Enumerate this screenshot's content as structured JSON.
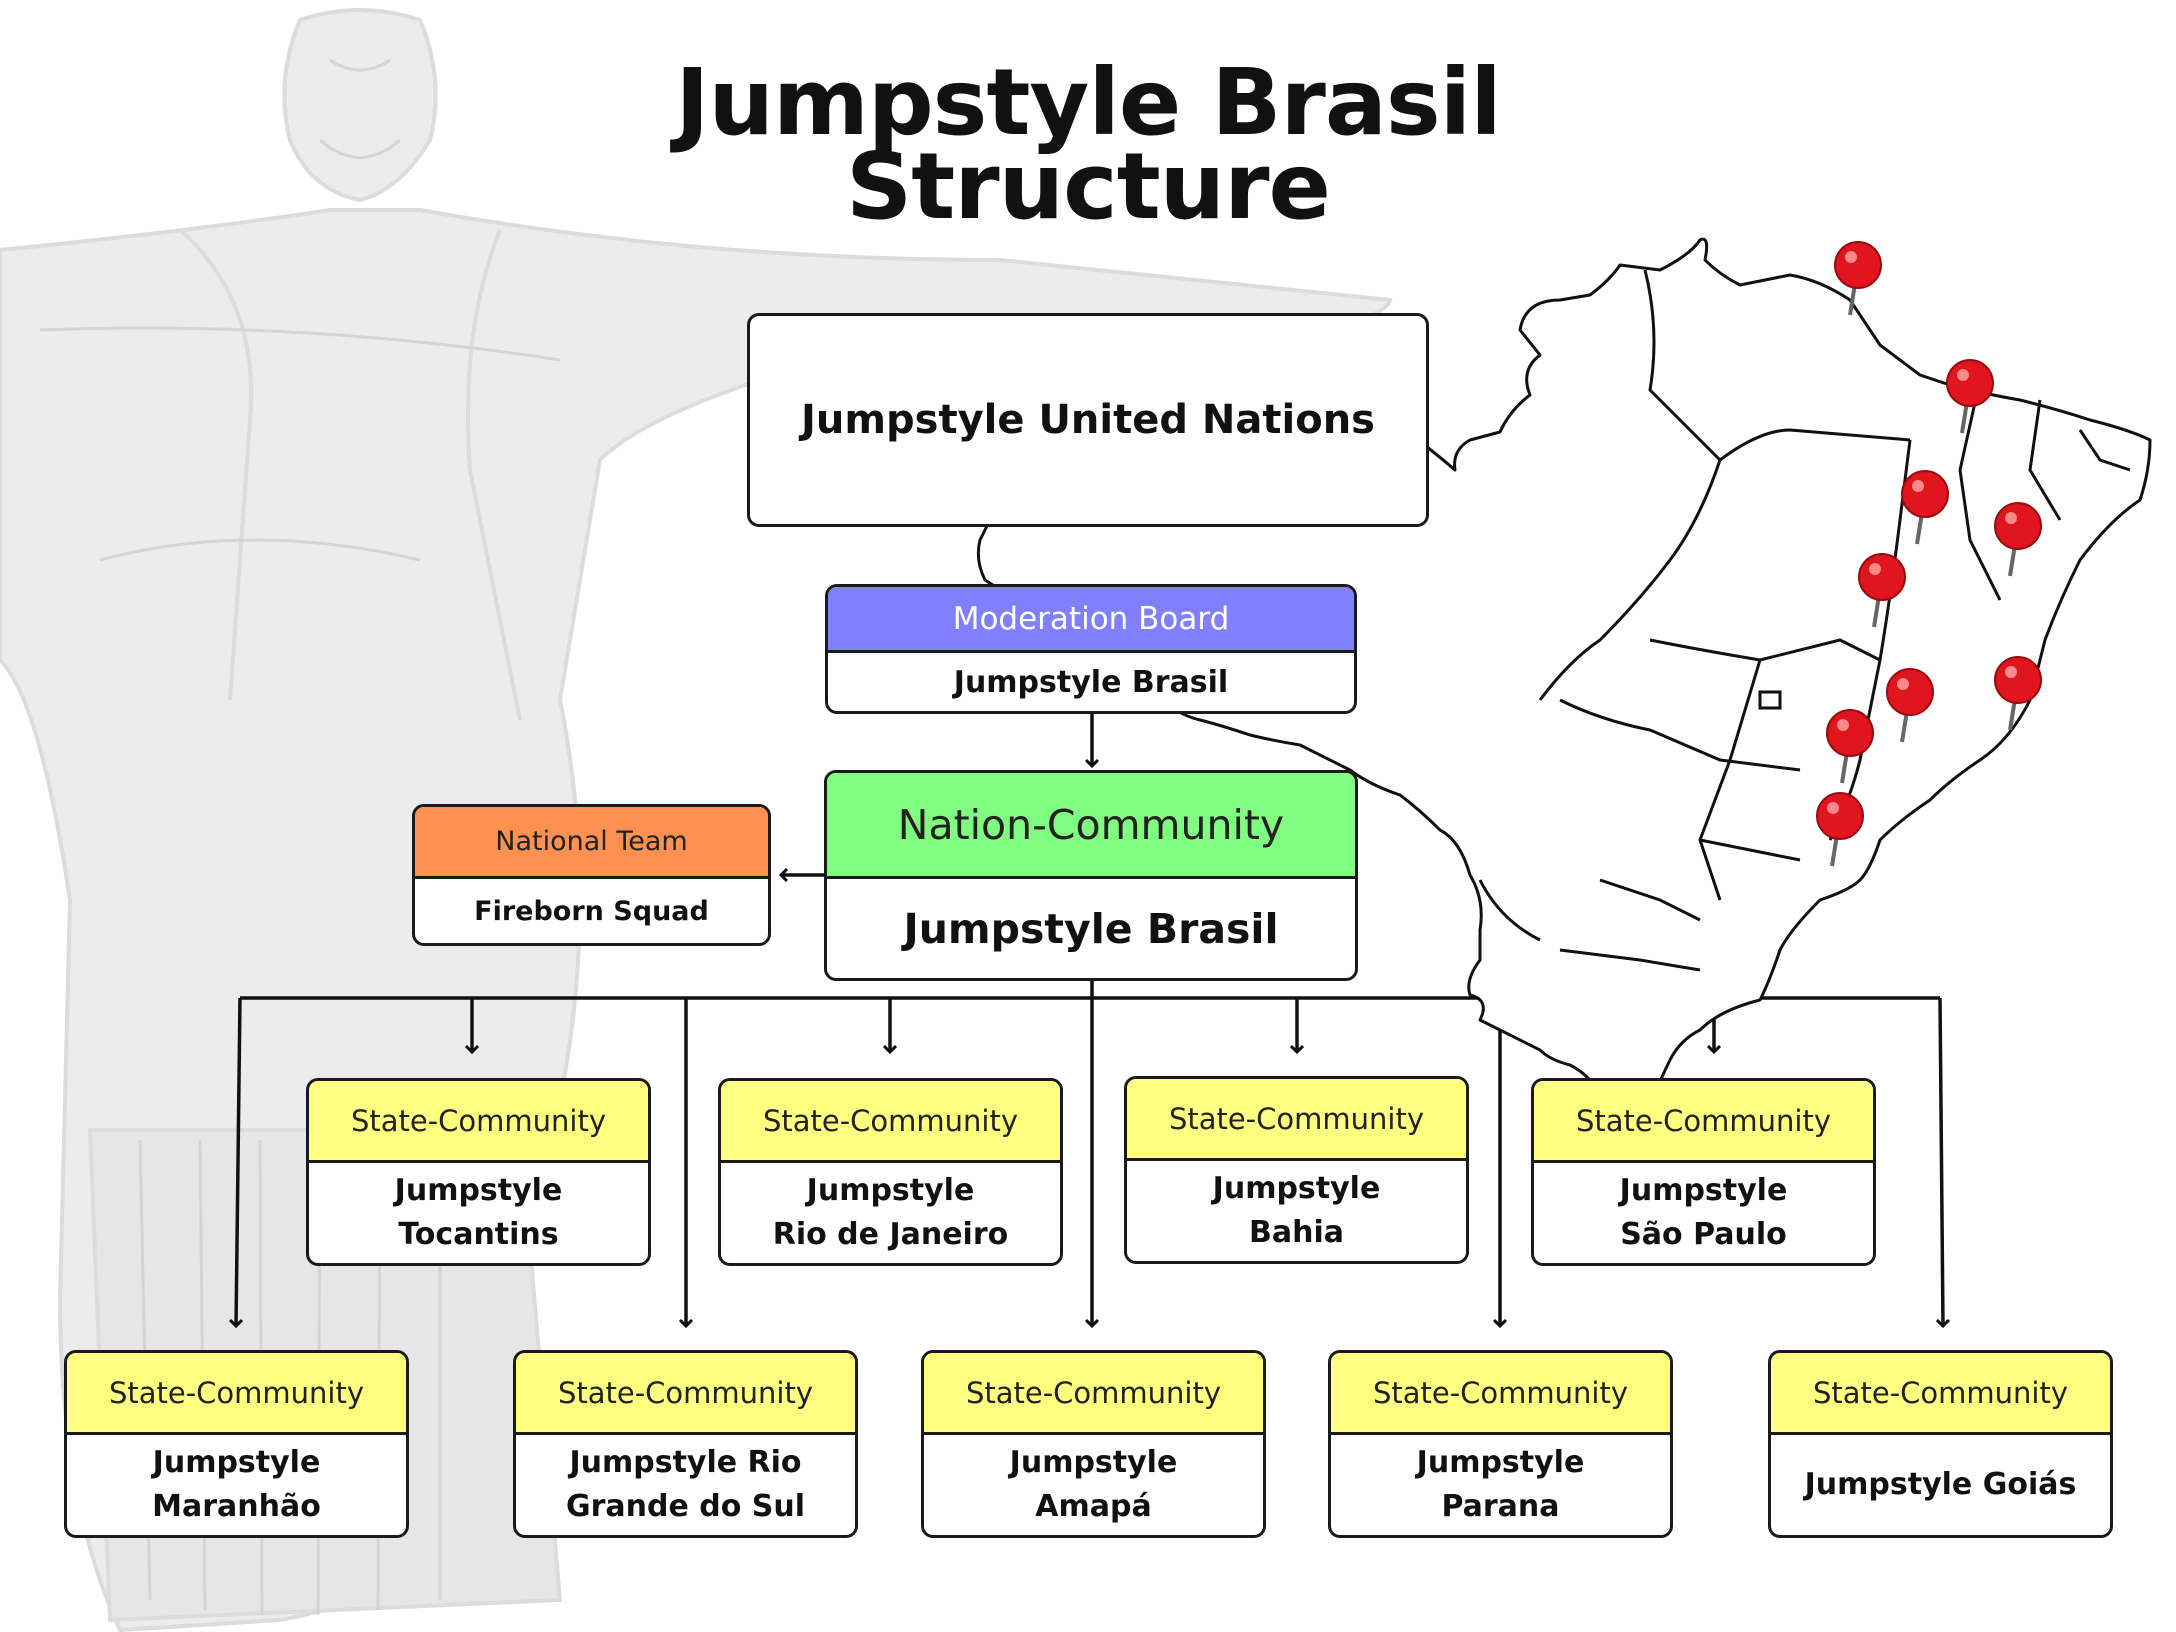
{
  "title": {
    "line1": "Jumpstyle Brasil",
    "line2": "Structure"
  },
  "colors": {
    "moderation": "#8080ff",
    "national_team": "#ff9150",
    "nation": "#80fc80",
    "state": "#ffff80",
    "pin": "#e0151d"
  },
  "top_box": {
    "label": "Jumpstyle United Nations"
  },
  "moderation": {
    "header": "Moderation Board",
    "name": "Jumpstyle Brasil"
  },
  "nation": {
    "header": "Nation-Community",
    "name": "Jumpstyle Brasil"
  },
  "national_team": {
    "header": "National Team",
    "name": "Fireborn Squad"
  },
  "states_top": [
    {
      "header": "State-Community",
      "name": "Jumpstyle\nTocantins"
    },
    {
      "header": "State-Community",
      "name": "Jumpstyle\nRio de Janeiro"
    },
    {
      "header": "State-Community",
      "name": "Jumpstyle\nBahia"
    },
    {
      "header": "State-Community",
      "name": "Jumpstyle\nSão Paulo"
    }
  ],
  "states_bottom": [
    {
      "header": "State-Community",
      "name": "Jumpstyle\nMaranhão"
    },
    {
      "header": "State-Community",
      "name": "Jumpstyle Rio\nGrande do Sul"
    },
    {
      "header": "State-Community",
      "name": "Jumpstyle\nAmapá"
    },
    {
      "header": "State-Community",
      "name": "Jumpstyle\nParana"
    },
    {
      "header": "State-Community",
      "name": "Jumpstyle Goiás"
    }
  ]
}
